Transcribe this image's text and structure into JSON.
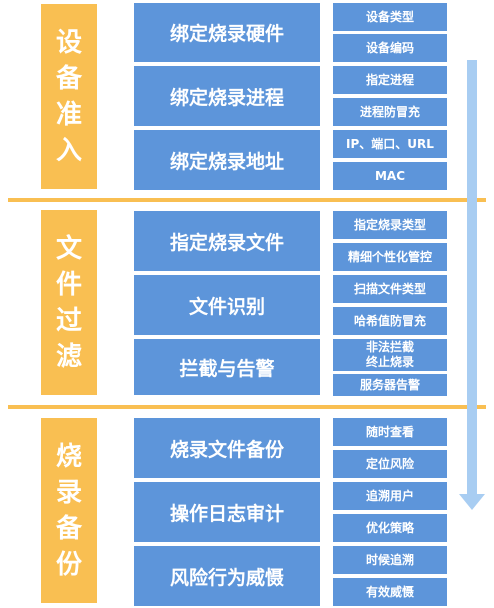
{
  "sections": [
    {
      "label": [
        "设",
        "备",
        "准",
        "入"
      ],
      "rows": [
        {
          "title": "绑定烧录硬件",
          "items": [
            "设备类型",
            "设备编码"
          ]
        },
        {
          "title": "绑定烧录进程",
          "items": [
            "指定进程",
            "进程防冒充"
          ]
        },
        {
          "title": "绑定烧录地址",
          "items": [
            "IP、端口、URL",
            "MAC"
          ]
        }
      ]
    },
    {
      "label": [
        "文",
        "件",
        "过",
        "滤"
      ],
      "rows": [
        {
          "title": "指定烧录文件",
          "items": [
            "指定烧录类型",
            "精细个性化管控"
          ]
        },
        {
          "title": "文件识别",
          "items": [
            "扫描文件类型",
            "哈希值防冒充"
          ]
        },
        {
          "title": "拦截与告警",
          "items": [
            "非法拦截\n终止烧录",
            "服务器告警"
          ]
        }
      ]
    },
    {
      "label": [
        "烧",
        "录",
        "备",
        "份"
      ],
      "rows": [
        {
          "title": "烧录文件备份",
          "items": [
            "随时查看",
            "定位风险"
          ]
        },
        {
          "title": "操作日志审计",
          "items": [
            "追溯用户",
            "优化策略"
          ]
        },
        {
          "title": "风险行为威慑",
          "items": [
            "时候追溯",
            "有效威慑"
          ]
        }
      ]
    }
  ],
  "colors": {
    "accent": "#f9bf52",
    "box": "#5d95da",
    "arrow": "#a8cdf2",
    "text": "#ffffff"
  }
}
